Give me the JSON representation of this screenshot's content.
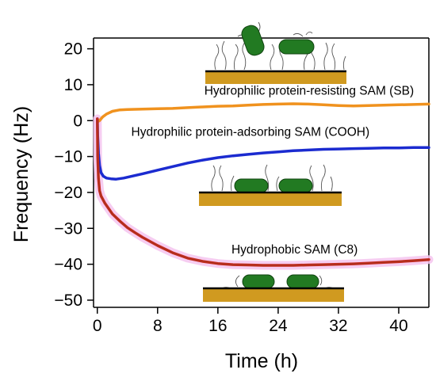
{
  "chart_data": {
    "type": "line",
    "title": "",
    "xlabel": "Time (h)",
    "ylabel": "Frequency (Hz)",
    "xlim": [
      -0.5,
      44
    ],
    "ylim": [
      -52,
      23
    ],
    "xticks": [
      0,
      8,
      16,
      24,
      32,
      40
    ],
    "yticks": [
      20,
      10,
      0,
      -10,
      -20,
      -30,
      -40,
      -50
    ],
    "xtick_labels": [
      "0",
      "8",
      "16",
      "24",
      "32",
      "40"
    ],
    "ytick_labels": [
      "20",
      "10",
      "0",
      "−10",
      "−20",
      "−30",
      "−40",
      "−50"
    ],
    "grid": false,
    "legend": "none",
    "series": [
      {
        "key": "sb",
        "color": "#f0921e",
        "x": [
          0,
          0.05,
          0.3,
          0.7,
          1.2,
          2,
          3,
          4,
          6,
          8,
          10,
          12,
          14,
          16,
          18,
          20,
          22,
          24,
          26,
          28,
          30,
          32,
          34,
          36,
          38,
          40,
          42,
          44
        ],
        "y": [
          0.5,
          -0.3,
          0,
          1.0,
          1.8,
          2.6,
          3.0,
          3.1,
          3.2,
          3.3,
          3.4,
          3.6,
          3.8,
          4.0,
          4.1,
          4.3,
          4.5,
          4.6,
          4.7,
          4.6,
          4.4,
          4.2,
          4.1,
          4.2,
          4.3,
          4.4,
          4.5,
          4.6
        ]
      },
      {
        "key": "cooh",
        "color": "#1b2bd0",
        "x": [
          0,
          0.05,
          0.15,
          0.3,
          0.5,
          0.8,
          1.2,
          1.8,
          2.5,
          3.5,
          5,
          6,
          8,
          10,
          12,
          14,
          16,
          18,
          20,
          22,
          24,
          26,
          28,
          30,
          32,
          34,
          36,
          38,
          40,
          42,
          44
        ],
        "y": [
          0.5,
          -4,
          -9,
          -12.5,
          -14.5,
          -15.5,
          -16,
          -16.2,
          -16.3,
          -16,
          -15.3,
          -14.8,
          -13.8,
          -12.8,
          -11.8,
          -11,
          -10.3,
          -9.8,
          -9.4,
          -9,
          -8.7,
          -8.4,
          -8.2,
          -8,
          -7.9,
          -7.8,
          -7.7,
          -7.6,
          -7.6,
          -7.5,
          -7.5
        ]
      },
      {
        "key": "c8",
        "color": "#c72a20",
        "x": [
          0,
          0.05,
          0.15,
          0.3,
          0.5,
          1,
          1.5,
          2,
          3,
          4,
          5,
          6,
          8,
          10,
          12,
          14,
          16,
          18,
          20,
          22,
          24,
          26,
          28,
          30,
          32,
          34,
          36,
          38,
          40,
          42,
          44
        ],
        "y": [
          0.5,
          -10,
          -16,
          -19.5,
          -21,
          -23,
          -24.5,
          -26,
          -28,
          -29.8,
          -31.2,
          -32.5,
          -34.8,
          -36.8,
          -38.3,
          -39.2,
          -39.8,
          -40.1,
          -40.2,
          -40.3,
          -40.3,
          -40.3,
          -40.2,
          -40.1,
          -40,
          -39.9,
          -39.7,
          -39.5,
          -39.3,
          -39,
          -38.7
        ]
      }
    ],
    "annotations": [
      {
        "text": "Hydrophilic protein-resisting SAM (SB)",
        "x": 14.2,
        "y": 7.2
      },
      {
        "text": "Hydrophilic protein-adsorbing SAM (COOH)",
        "x": 4.5,
        "y": -4.2
      },
      {
        "text": "Hydrophobic SAM (C8)",
        "x": 17.8,
        "y": -37
      }
    ]
  }
}
